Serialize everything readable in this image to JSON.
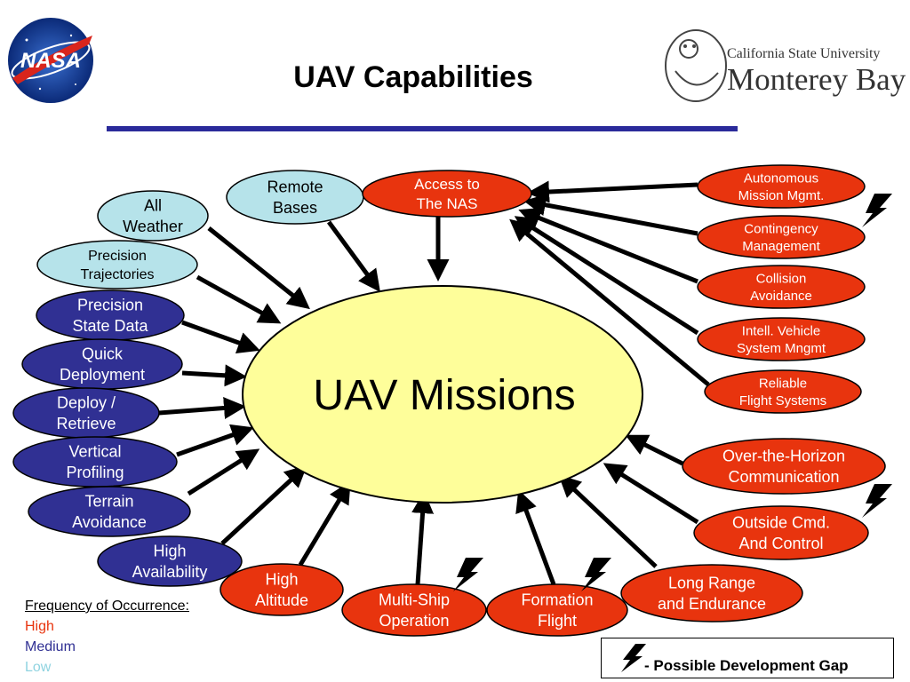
{
  "title": "UAV Capabilities",
  "logos": {
    "left": "NASA",
    "right_line1": "California State University",
    "right_line2": "Monterey Bay"
  },
  "center": "UAV Missions",
  "colors": {
    "high": "#e8340e",
    "medium": "#303093",
    "low": "#b6e3ea",
    "center_fill": "#fefe9a",
    "rule": "#2a2a9a"
  },
  "nodes": [
    {
      "id": "all-weather",
      "lines": [
        "All",
        "Weather"
      ],
      "freq": "low"
    },
    {
      "id": "remote-bases",
      "lines": [
        "Remote",
        "Bases"
      ],
      "freq": "low"
    },
    {
      "id": "precision-trajectories",
      "lines": [
        "Precision",
        "Trajectories"
      ],
      "freq": "low"
    },
    {
      "id": "access-nas",
      "lines": [
        "Access to",
        "The NAS"
      ],
      "freq": "high"
    },
    {
      "id": "precision-state-data",
      "lines": [
        "Precision",
        "State Data"
      ],
      "freq": "medium"
    },
    {
      "id": "quick-deployment",
      "lines": [
        "Quick",
        "Deployment"
      ],
      "freq": "medium"
    },
    {
      "id": "deploy-retrieve",
      "lines": [
        "Deploy /",
        "Retrieve"
      ],
      "freq": "medium"
    },
    {
      "id": "vertical-profiling",
      "lines": [
        "Vertical",
        "Profiling"
      ],
      "freq": "medium"
    },
    {
      "id": "terrain-avoidance",
      "lines": [
        "Terrain",
        "Avoidance"
      ],
      "freq": "medium"
    },
    {
      "id": "high-availability",
      "lines": [
        "High",
        "Availability"
      ],
      "freq": "medium"
    },
    {
      "id": "high-altitude",
      "lines": [
        "High",
        "Altitude"
      ],
      "freq": "high"
    },
    {
      "id": "multi-ship",
      "lines": [
        "Multi-Ship",
        "Operation"
      ],
      "freq": "high",
      "gap": true
    },
    {
      "id": "formation-flight",
      "lines": [
        "Formation",
        "Flight"
      ],
      "freq": "high",
      "gap": true
    },
    {
      "id": "long-range",
      "lines": [
        "Long Range",
        "and Endurance"
      ],
      "freq": "high"
    },
    {
      "id": "outside-cmd",
      "lines": [
        "Outside Cmd.",
        "And Control"
      ],
      "freq": "high",
      "gap": true
    },
    {
      "id": "over-horizon",
      "lines": [
        "Over-the-Horizon",
        "Communication"
      ],
      "freq": "high"
    },
    {
      "id": "autonomous",
      "lines": [
        "Autonomous",
        "Mission Mgmt."
      ],
      "freq": "high",
      "gap": true
    },
    {
      "id": "contingency",
      "lines": [
        "Contingency",
        "Management"
      ],
      "freq": "high"
    },
    {
      "id": "collision",
      "lines": [
        "Collision",
        "Avoidance"
      ],
      "freq": "high"
    },
    {
      "id": "intell-vehicle",
      "lines": [
        "Intell. Vehicle",
        "System Mngmt"
      ],
      "freq": "high"
    },
    {
      "id": "reliable-flight",
      "lines": [
        "Reliable",
        "Flight Systems"
      ],
      "freq": "high"
    }
  ],
  "legend": {
    "title": "Frequency of Occurrence:",
    "high": "High",
    "medium": "Medium",
    "low": "Low"
  },
  "gap_legend": "- Possible Development Gap"
}
